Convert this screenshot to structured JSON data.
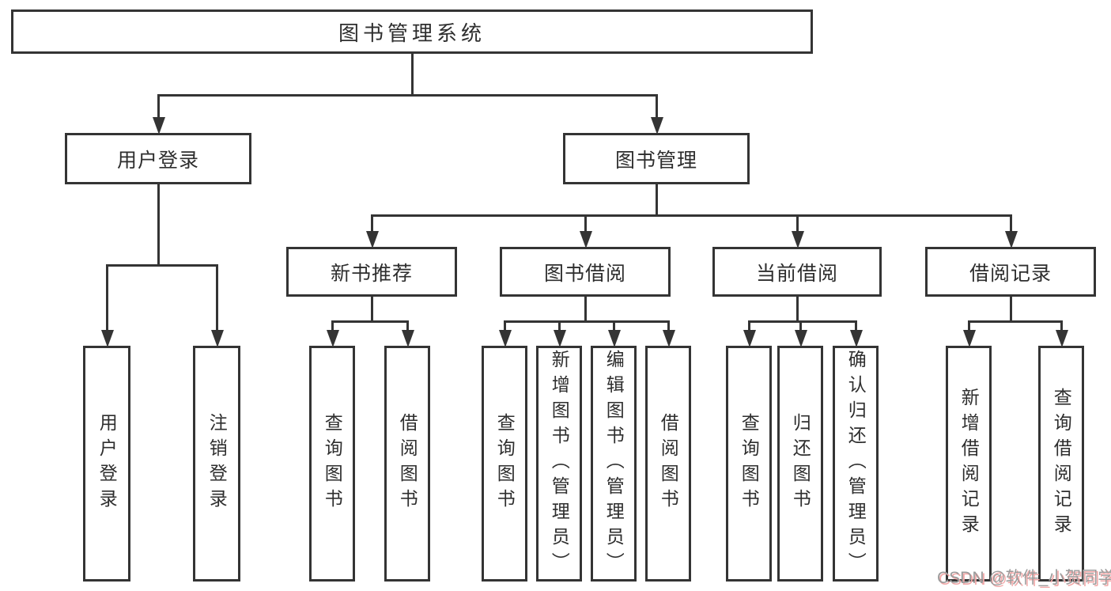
{
  "diagram": {
    "root": {
      "label": "图书管理系统"
    },
    "user_login": {
      "label": "用户登录",
      "children": [
        {
          "label": "用户登录"
        },
        {
          "label": "注销登录"
        }
      ]
    },
    "book_mgmt": {
      "label": "图书管理",
      "sections": [
        {
          "label": "新书推荐",
          "children": [
            {
              "label": "查询图书"
            },
            {
              "label": "借阅图书"
            }
          ]
        },
        {
          "label": "图书借阅",
          "children": [
            {
              "label": "查询图书"
            },
            {
              "label": "新增图书（管理员）"
            },
            {
              "label": "编辑图书（管理员）"
            },
            {
              "label": "借阅图书"
            }
          ]
        },
        {
          "label": "当前借阅",
          "children": [
            {
              "label": "查询图书"
            },
            {
              "label": "归还图书"
            },
            {
              "label": "确认归还（管理员）"
            }
          ]
        },
        {
          "label": "借阅记录",
          "children": [
            {
              "label": "新增借阅记录"
            },
            {
              "label": "查询借阅记录"
            }
          ]
        }
      ]
    }
  },
  "watermark": {
    "text": "CSDN @软件_小贺同学"
  },
  "colors": {
    "line": "#343434",
    "box_bg": "#ffffff",
    "text": "#2e2e2e",
    "watermark_color": "#9b9b9b",
    "watermark_shadow": "#f2a8a8",
    "page_bg": "#ffffff"
  }
}
